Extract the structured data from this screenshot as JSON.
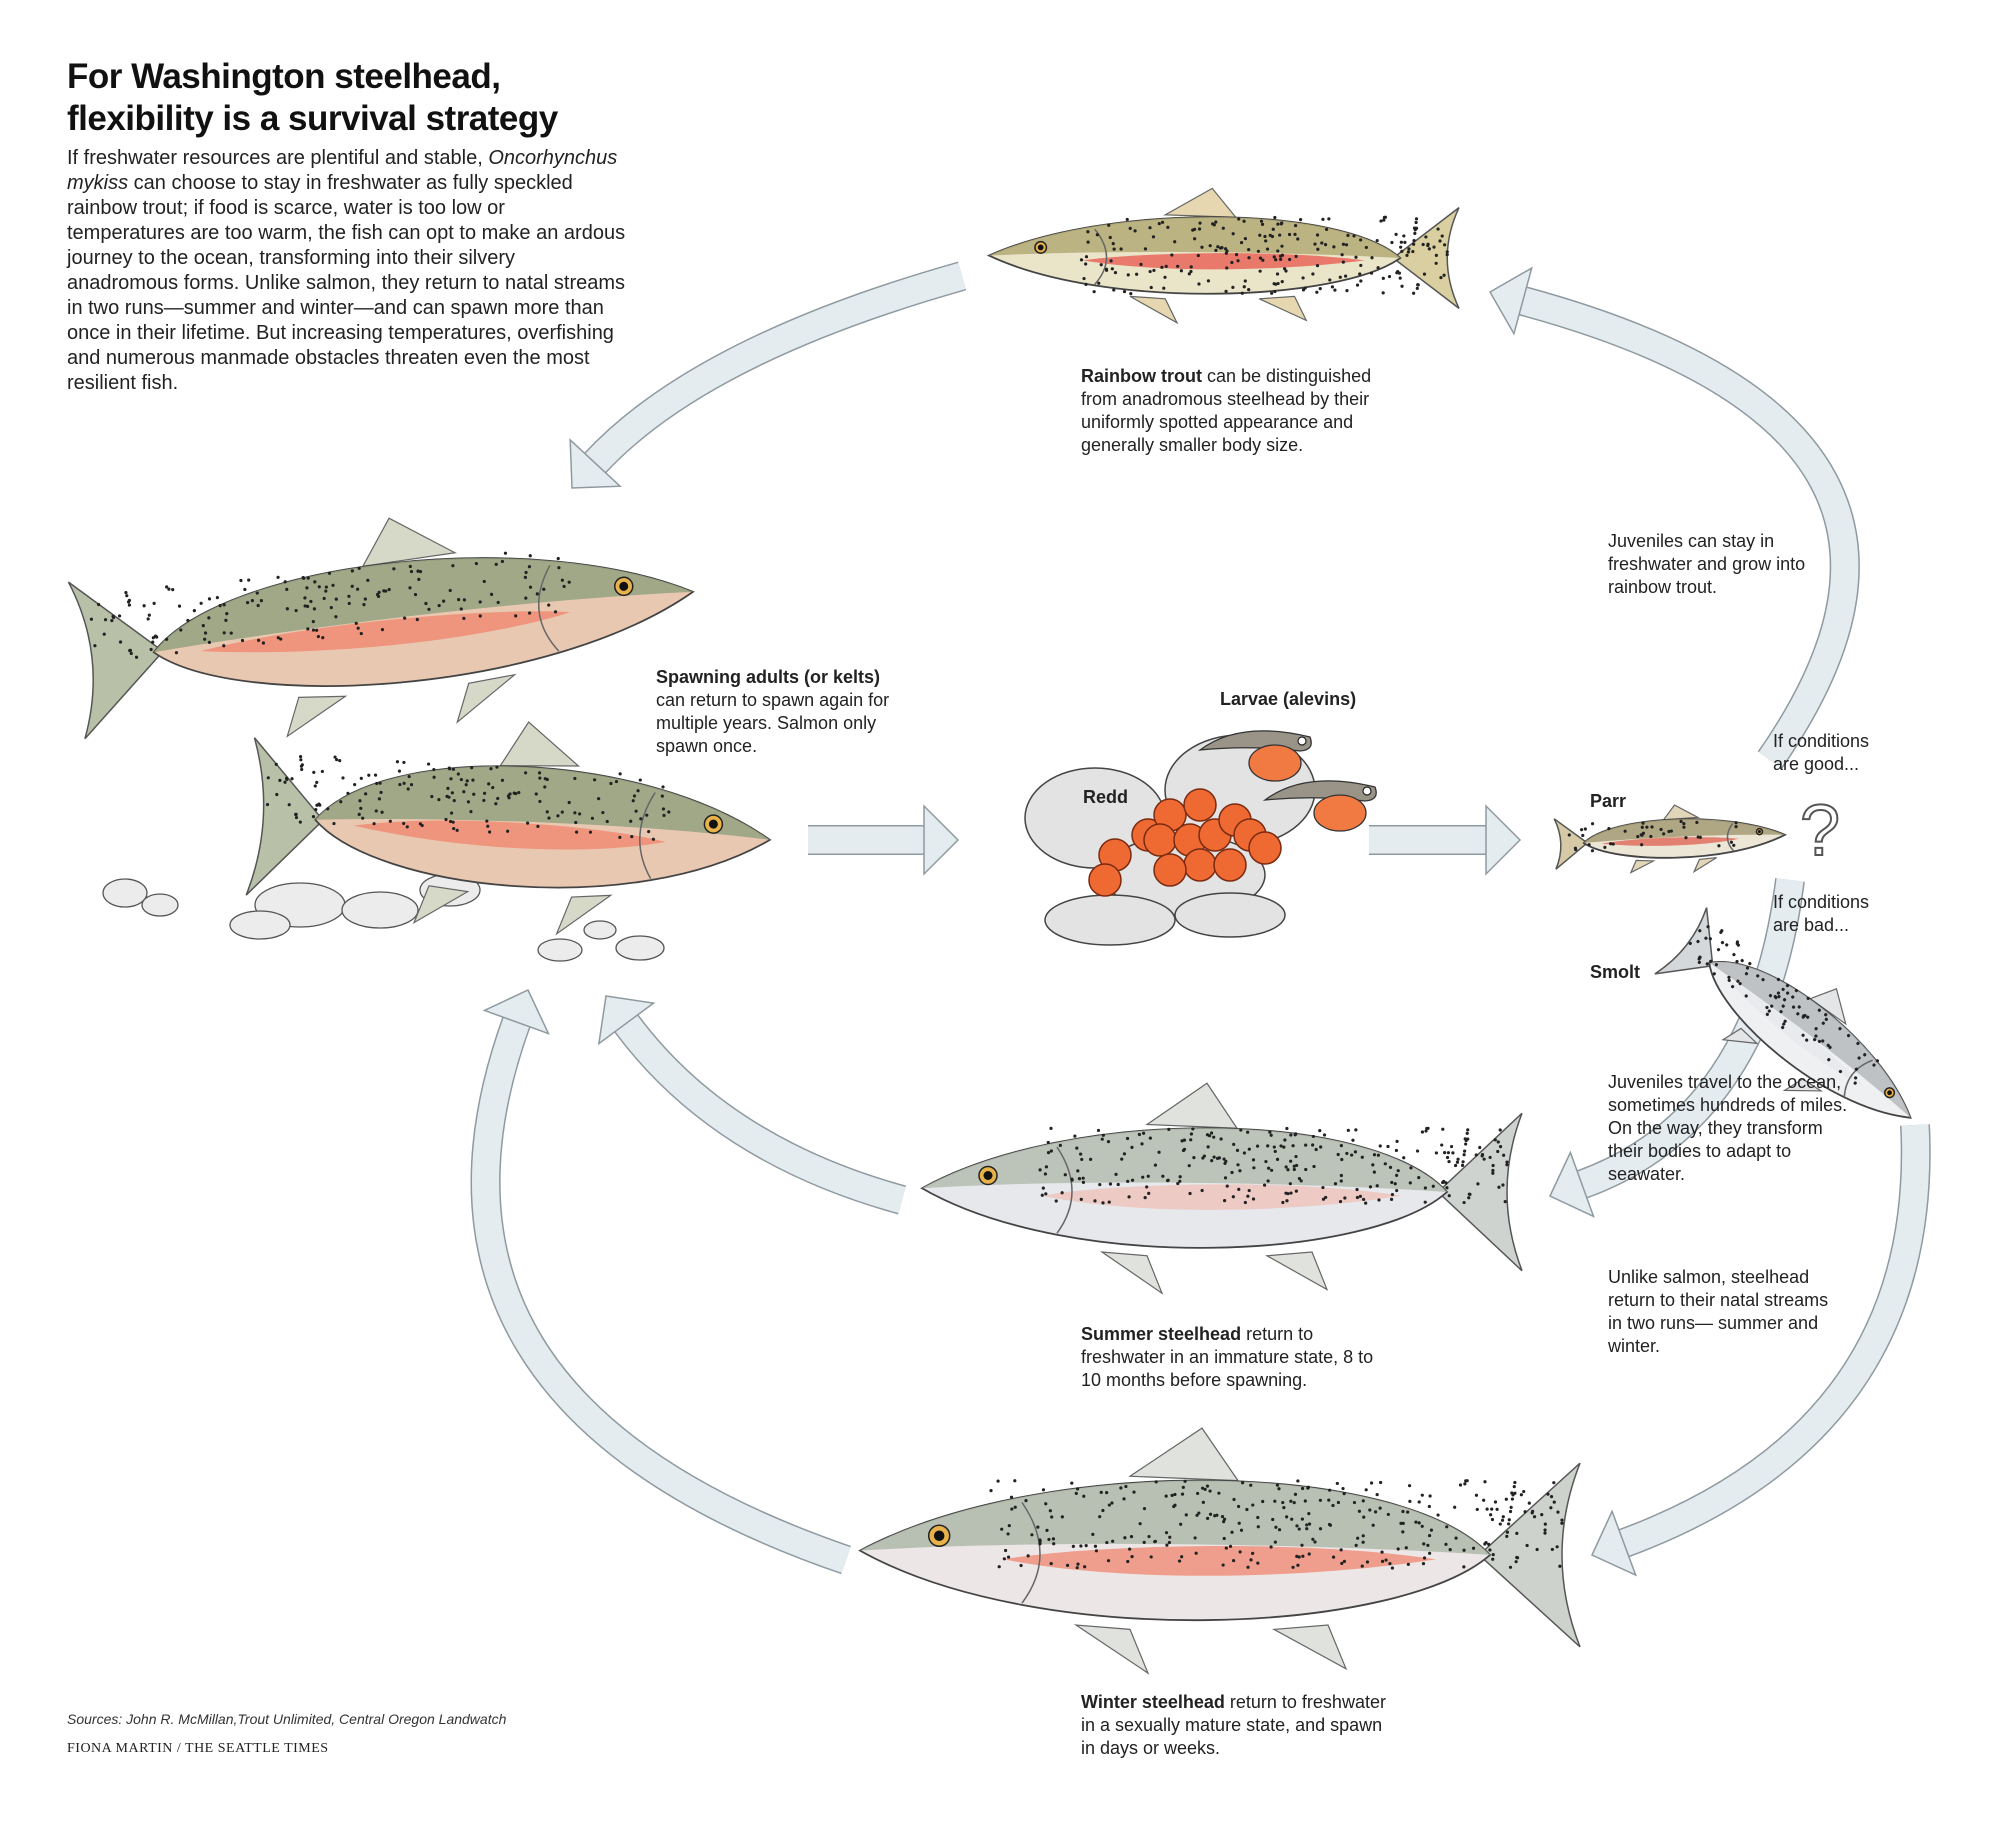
{
  "title": {
    "line1": "For Washington steelhead,",
    "line2": "flexibility is a survival strategy"
  },
  "intro": {
    "before_italic": "If freshwater resources are plentiful and stable, ",
    "italic": "Oncorhynchus mykiss",
    "after_italic": " can choose to stay in freshwater as fully speckled rainbow trout; if food is scarce, water is too low or temperatures are too warm, the fish can opt to make an ardous journey to the ocean, transforming into their silvery anadromous forms. Unlike salmon, they return to natal streams in two runs—summer and winter—and can spawn more than once in their lifetime. But increasing temperatures, overfishing and numerous manmade obstacles threaten even the most resilient fish."
  },
  "captions": {
    "rainbow": {
      "bold": "Rainbow trout",
      "text": " can be distinguished from anadromous steelhead by their uniformly spotted appearance and generally smaller body size."
    },
    "juveniles_stay": "Juveniles can stay in freshwater and grow into rainbow trout.",
    "spawning": {
      "bold": "Spawning adults (or kelts)",
      "text": "can return to spawn again for multiple years. Salmon only spawn once."
    },
    "conditions_good": "If conditions are good...",
    "conditions_bad": "If conditions are bad...",
    "juveniles_travel": "Juveniles travel to the ocean, sometimes hundreds of miles. On the way, they transform their bodies to adapt to seawater.",
    "unlike_salmon": "Unlike salmon, steelhead return to their natal streams in two runs— summer and winter.",
    "summer": {
      "bold": "Summer steelhead",
      "text": " return to freshwater in an immature state, 8 to 10 months before spawning."
    },
    "winter": {
      "bold": "Winter steelhead",
      "text": " return to freshwater in a sexually mature state, and spawn in days or weeks."
    }
  },
  "labels": {
    "larvae": "Larvae (alevins)",
    "redd": "Redd",
    "parr": "Parr",
    "smolt": "Smolt",
    "question": "?"
  },
  "footer": {
    "sources": "Sources: John R. McMillan,Trout Unlimited, Central Oregon Landwatch",
    "credit": "FIONA MARTIN / THE SEATTLE TIMES"
  },
  "colors": {
    "arrow_fill": "#e4ecf0",
    "arrow_stroke": "#8e9aa0",
    "egg": "#ef6a32",
    "stripe": "#ef8f78",
    "back_green": "#a9b39a",
    "silver": "#dfe2e6"
  }
}
